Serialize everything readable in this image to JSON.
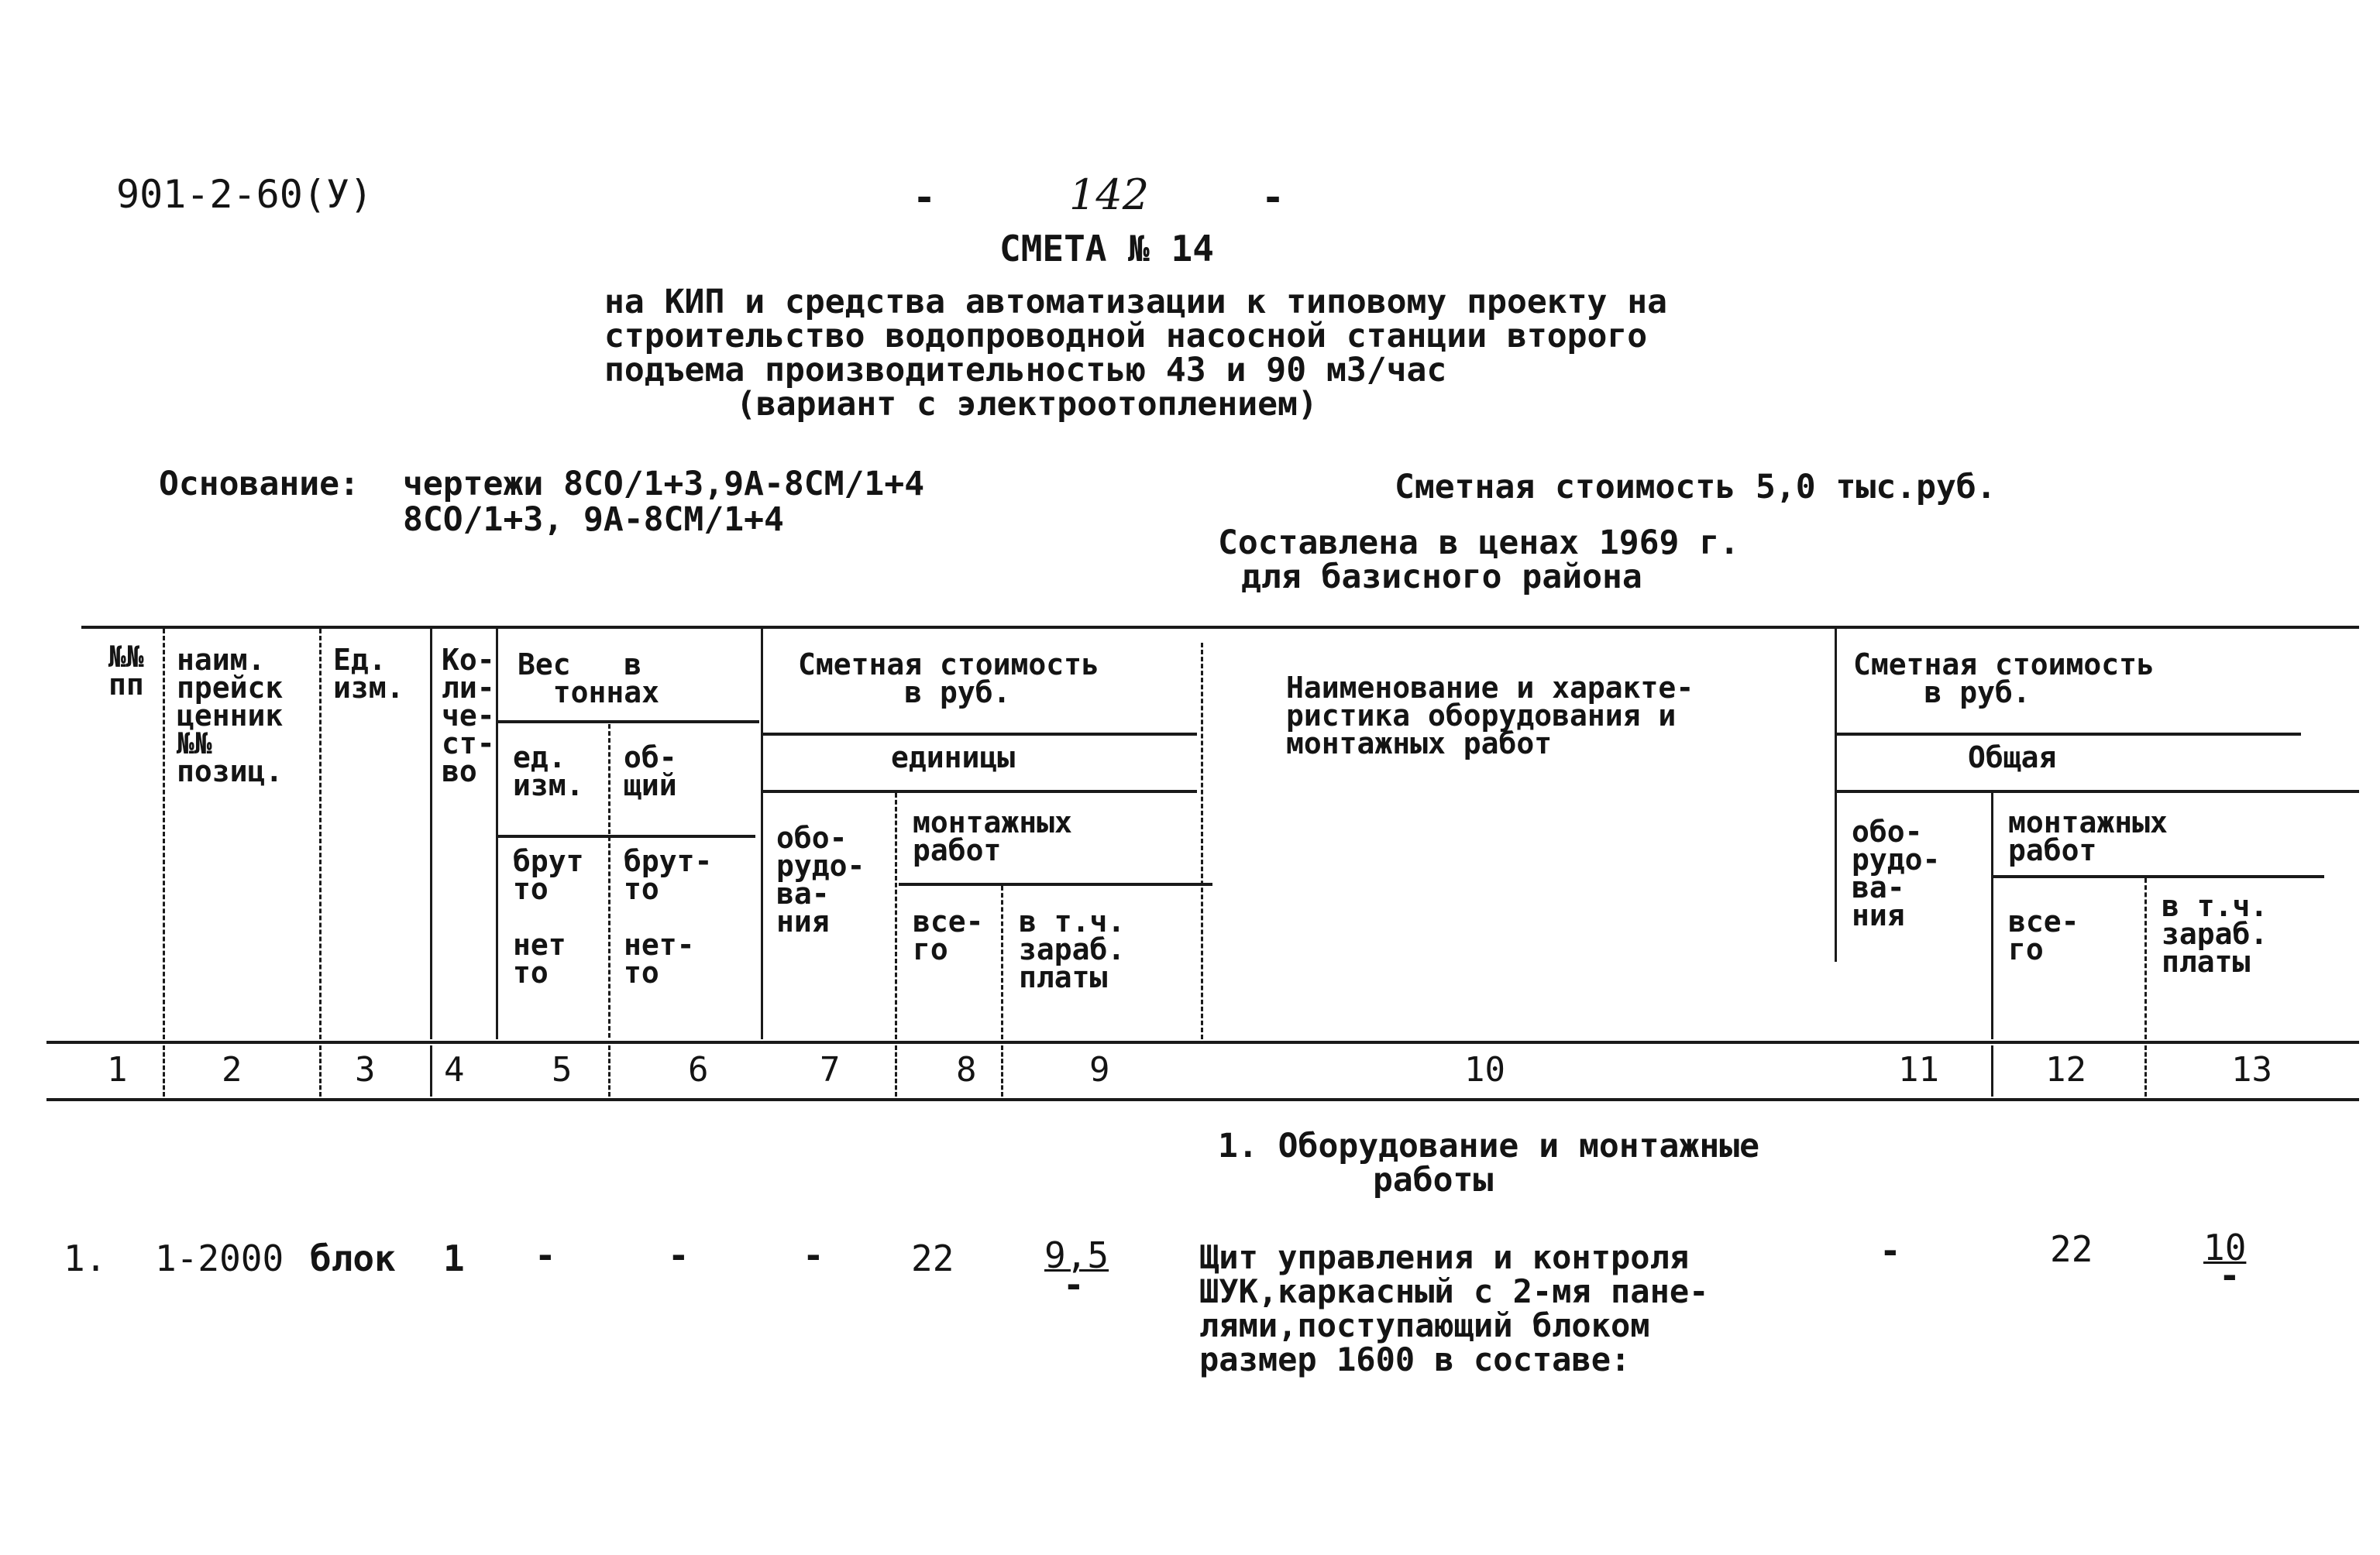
{
  "doc": {
    "code": "901-2-60(У)",
    "page_number": "142",
    "title": "СМЕТА № 14",
    "subtitle_lines": [
      "на КИП и средства автоматизации к типовому проекту на",
      "строительство водопроводной насосной станции второго",
      "подъема производительностью 43 и 90 м3/час",
      "(вариант с электроотоплением)"
    ],
    "basis_label": "Основание:",
    "basis_line1": "чертежи 8СО/1+3,9А-8СМ/1+4",
    "basis_line2": "8СО/1+3, 9А-8СМ/1+4",
    "cost_line": "Сметная стоимость 5,0 тыс.руб.",
    "prices_line1": "Составлена в ценах 1969 г.",
    "prices_line2": "для базисного района"
  },
  "table": {
    "headers": {
      "c1": "№№\nпп",
      "c2": "наим.\nпрейск\nценник\n№№\nпозиц.",
      "c3": "Ед.\nизм.",
      "c4": "Ко-\nли-\nче-\nст-\nво",
      "c56_top": "Вес   в\n  тоннах",
      "c5_mid": "ед.\nизм.",
      "c6_mid": "об-\nщий",
      "c5_low": "брут\nто\n\nнет\nто",
      "c6_low": "брут-\nто\n\nнет-\nто",
      "c79_top": "Сметная стоимость\n      в руб.",
      "c79_mid": "единицы",
      "c7": "обо-\nрудо-\nва-\nния",
      "c89": "монтажных\nработ",
      "c8": "все-\nго",
      "c9": "в т.ч.\nзараб.\nплаты",
      "c10": "Наименование и характе-\nристика оборудования и\nмонтажных работ",
      "c1113_top": "Сметная стоимость\n    в руб.",
      "c1113_mid": "Общая",
      "c11": "обо-\nрудо-\nва-\nния",
      "c1213": "монтажных\nработ",
      "c12": "все-\nго",
      "c13": "в т.ч.\nзараб.\nплаты"
    },
    "column_numbers": [
      "1",
      "2",
      "3",
      "4",
      "5",
      "6",
      "7",
      "8",
      "9",
      "10",
      "11",
      "12",
      "13"
    ],
    "section_title_line1": "1. Оборудование и монтажные",
    "section_title_line2": "работы",
    "rows": [
      {
        "num": "1.",
        "price_ref": "1-2000",
        "unit": "блок",
        "qty": "1",
        "weight_unit": "-",
        "weight_total": "-",
        "equip_cost_unit": "-",
        "install_total_unit": "22",
        "install_wage_unit": "9,5",
        "install_wage_unit_sub": "-",
        "description": [
          "Щит управления и  контроля",
          "ШУК,каркасный с 2-мя пане-",
          "лями,поступающий блоком",
          "размер 1600 в составе:"
        ],
        "equip_cost_total": "-",
        "install_total": "22",
        "install_wage_total": "10",
        "install_wage_total_sub": "-"
      }
    ]
  }
}
